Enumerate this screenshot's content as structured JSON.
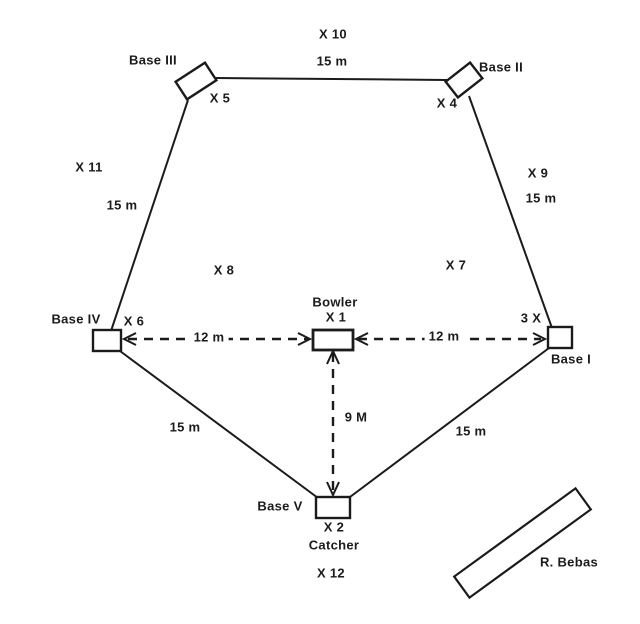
{
  "colors": {
    "ink": "#1b1b1b",
    "background": "#ffffff"
  },
  "labels": {
    "base1": "Base I",
    "base2": "Base II",
    "base3": "Base III",
    "base4": "Base IV",
    "base5": "Base V",
    "bowler": "Bowler",
    "catcher": "Catcher",
    "free_area": "R. Bebas"
  },
  "players": {
    "p1": "X 1",
    "p2": "X 2",
    "p3": "3 X",
    "p4": "X 4",
    "p5": "X 5",
    "p6": "X 6",
    "p7": "X 7",
    "p8": "X 8",
    "p9": "X 9",
    "p10": "X 10",
    "p11": "X 11",
    "p12": "X 12"
  },
  "measurements": {
    "top_edge": "15 m",
    "left_edge": "15 m",
    "right_edge": "15 m",
    "bottom_left_edge": "15 m",
    "bottom_right_edge": "15 m",
    "bowler_to_base4": "12 m",
    "bowler_to_base1": "12 m",
    "bowler_to_base5": "9 M"
  }
}
